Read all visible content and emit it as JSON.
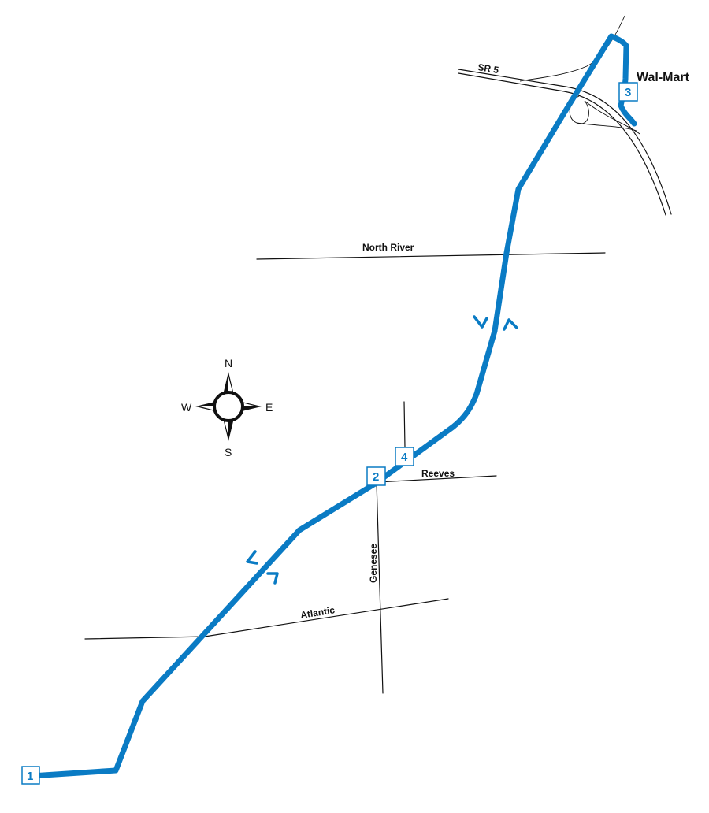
{
  "map": {
    "route_color": "#0a7bc4",
    "road_color": "#111111",
    "destination": "Wal-Mart",
    "streets": {
      "sr5": "SR 5",
      "north_river": "North River",
      "reeves": "Reeves",
      "genesee": "Genesee",
      "atlantic": "Atlantic"
    },
    "compass": {
      "north": "N",
      "south": "S",
      "east": "E",
      "west": "W"
    },
    "stops": [
      {
        "number": "1"
      },
      {
        "number": "2"
      },
      {
        "number": "3"
      },
      {
        "number": "4"
      }
    ]
  }
}
